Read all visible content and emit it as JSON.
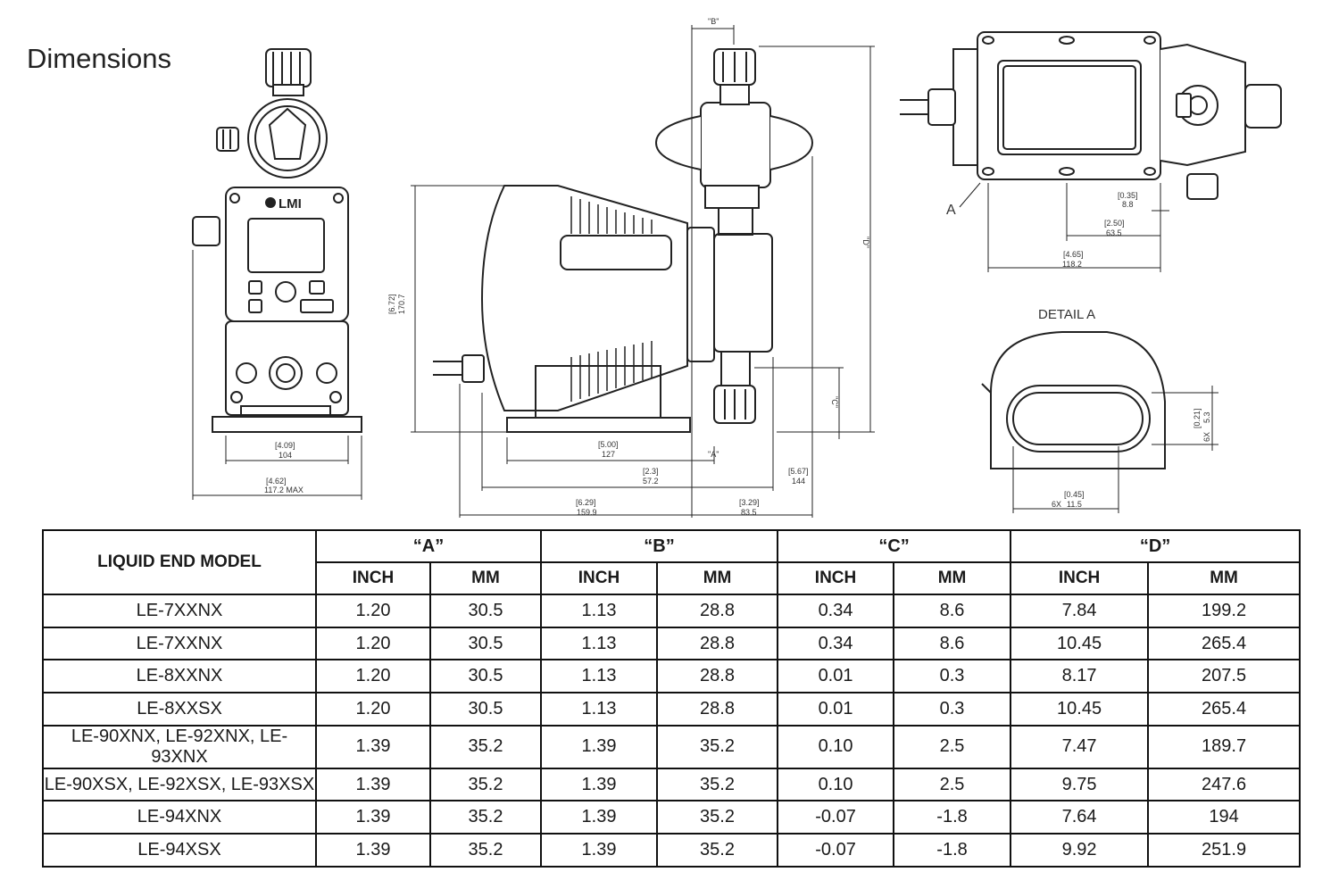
{
  "page": {
    "title": "Dimensions"
  },
  "drawing": {
    "logo_text": "LMI",
    "detail_label": "DETAIL A",
    "callout_a": "A",
    "front_view": {
      "dim_width_in": "[4.09]",
      "dim_width_mm": "104",
      "dim_base_in": "[4.62]",
      "dim_base_mm": "117.2 MAX"
    },
    "side_view": {
      "dim_height_in": "[6.72]",
      "dim_height_mm": "170.7",
      "dim_b_label": "\"B\"",
      "dim_d_label": "\"D\"",
      "dim_c_label": "\"C\"",
      "dim_a_label": "\"A\"",
      "dim_base_in": "[5.00]",
      "dim_base_mm": "127",
      "dim_mid_in": "[2.3]",
      "dim_mid_mm": "57.2",
      "dim_right_in": "[5.67]",
      "dim_right_mm": "144",
      "dim_total_in": "[6.29]",
      "dim_total_mm": "159.9",
      "dim_head_in": "[3.29]",
      "dim_head_mm": "83.5"
    },
    "top_view": {
      "dim_a_in": "[0.35]",
      "dim_a_mm": "8.8",
      "dim_b_in": "[2.50]",
      "dim_b_mm": "63.5",
      "dim_c_in": "[4.65]",
      "dim_c_mm": "118.2"
    },
    "detail": {
      "dim_h_in": "[0.21]",
      "dim_h_mm": "5.3",
      "dim_h_prefix": "6X",
      "dim_w_in": "[0.45]",
      "dim_w_mm": "11.5",
      "dim_w_prefix": "6X"
    }
  },
  "table": {
    "model_header": "LIQUID END MODEL",
    "groups": [
      "“A”",
      "“B”",
      "“C”",
      "“D”"
    ],
    "units": [
      "INCH",
      "MM",
      "INCH",
      "MM",
      "INCH",
      "MM",
      "INCH",
      "MM"
    ],
    "rows": [
      {
        "model": "LE-7XXNX",
        "cells": [
          "1.20",
          "30.5",
          "1.13",
          "28.8",
          "0.34",
          "8.6",
          "7.84",
          "199.2"
        ]
      },
      {
        "model": "LE-7XXNX",
        "cells": [
          "1.20",
          "30.5",
          "1.13",
          "28.8",
          "0.34",
          "8.6",
          "10.45",
          "265.4"
        ]
      },
      {
        "model": "LE-8XXNX",
        "cells": [
          "1.20",
          "30.5",
          "1.13",
          "28.8",
          "0.01",
          "0.3",
          "8.17",
          "207.5"
        ]
      },
      {
        "model": "LE-8XXSX",
        "cells": [
          "1.20",
          "30.5",
          "1.13",
          "28.8",
          "0.01",
          "0.3",
          "10.45",
          "265.4"
        ]
      },
      {
        "model": "LE-90XNX, LE-92XNX, LE-93XNX",
        "cells": [
          "1.39",
          "35.2",
          "1.39",
          "35.2",
          "0.10",
          "2.5",
          "7.47",
          "189.7"
        ]
      },
      {
        "model": "LE-90XSX, LE-92XSX, LE-93XSX",
        "cells": [
          "1.39",
          "35.2",
          "1.39",
          "35.2",
          "0.10",
          "2.5",
          "9.75",
          "247.6"
        ]
      },
      {
        "model": "LE-94XNX",
        "cells": [
          "1.39",
          "35.2",
          "1.39",
          "35.2",
          "-0.07",
          "-1.8",
          "7.64",
          "194"
        ]
      },
      {
        "model": "LE-94XSX",
        "cells": [
          "1.39",
          "35.2",
          "1.39",
          "35.2",
          "-0.07",
          "-1.8",
          "9.92",
          "251.9"
        ]
      }
    ]
  }
}
